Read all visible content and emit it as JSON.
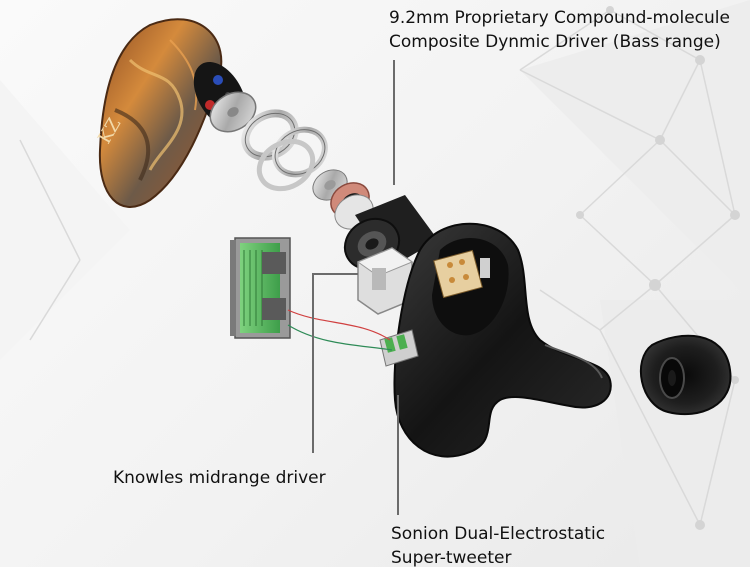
{
  "labels": {
    "bass_driver": {
      "line1": "9.2mm Proprietary Compound-molecule",
      "line2": "Composite Dynmic Driver (Bass range)"
    },
    "midrange_driver": {
      "line1": "Knowles midrange driver"
    },
    "tweeter": {
      "line1": "Sonion Dual-Electrostatic",
      "line2": "Super-tweeter"
    }
  },
  "logo_text": "KZ",
  "colors": {
    "text": "#111111",
    "leader_line": "#6b6b6b",
    "shell": "#1b1b1b",
    "faceplate_orange": "#c9772e",
    "faceplate_brown": "#6b4a2e",
    "pcb_green": "#4caf50",
    "copper_ring": "#d08a7a",
    "wire_red": "#d04040",
    "wire_green": "#2e8b57"
  }
}
